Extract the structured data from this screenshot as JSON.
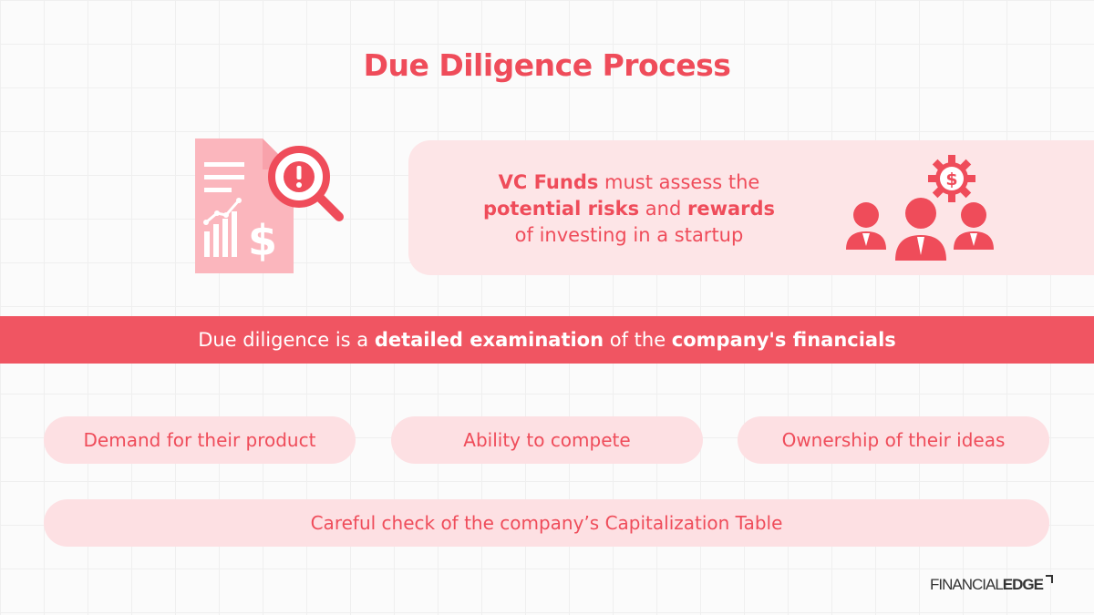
{
  "title": "Due Diligence Process",
  "panel": {
    "line1_bold": "VC Funds",
    "line1_rest": " must assess the",
    "line2_bold_a": "potential risks",
    "line2_mid": " and ",
    "line2_bold_b": "rewards",
    "line3": "of investing in a startup"
  },
  "band": {
    "part1": "Due diligence is a ",
    "bold1": "detailed examination",
    "part2": " of the ",
    "bold2": "company's financials"
  },
  "pills": [
    {
      "label": "Demand for their product"
    },
    {
      "label": "Ability to compete"
    },
    {
      "label": "Ownership of their ideas"
    },
    {
      "label": "Careful check of the company’s Capitalization Table"
    }
  ],
  "logo": {
    "part1": "FINANCIAL",
    "part2": "EDGE"
  },
  "colors": {
    "accent": "#ef4c5a",
    "band": "#f05562",
    "pill_bg": "#fde0e3",
    "panel_bg": "#fde5e7",
    "icon_light": "#fbb6bd"
  },
  "icons": [
    "document-dollar-icon",
    "magnifier-alert-icon",
    "dollar-gear-icon",
    "people-group-icon",
    "logo-corner-icon"
  ]
}
